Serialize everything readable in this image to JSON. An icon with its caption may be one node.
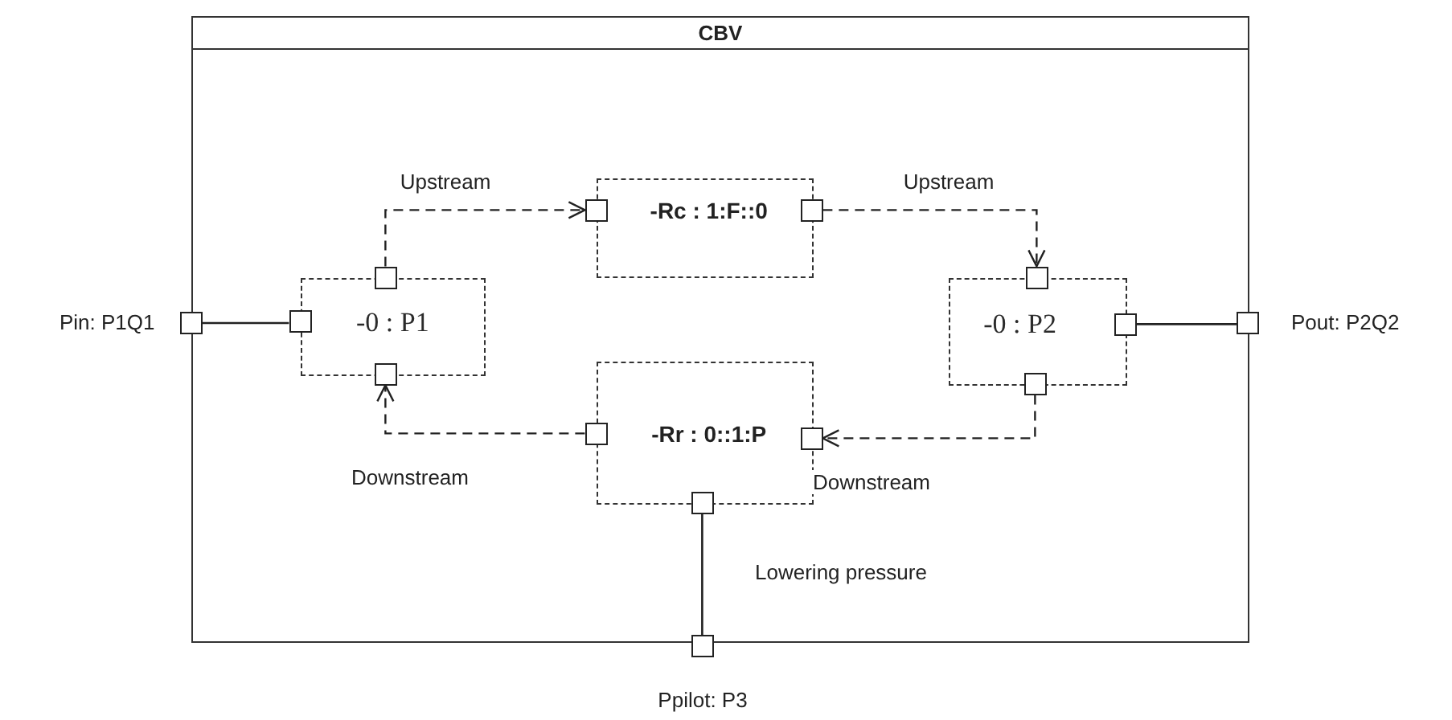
{
  "diagram": {
    "nodes": [
      {
        "text": [
          "CBV"
        ]
      },
      {
        "text": [
          "Pin: P1Q1"
        ]
      },
      {
        "text": [
          "-0 : P1"
        ],
        "in": 0
      },
      {
        "text": [],
        "shape": "box",
        "in": 0
      },
      {
        "text": [],
        "shape": "box",
        "in": 0
      },
      {
        "text": [],
        "shape": "box",
        "in": 0
      },
      {
        "text": [
          "-Rc : 1:F::0"
        ],
        "in": 0
      },
      {
        "text": [],
        "shape": "box",
        "in": 0
      },
      {
        "text": [],
        "shape": "box",
        "in": 0
      },
      {
        "text": [
          "-0 : P2"
        ],
        "in": 0
      },
      {
        "text": [],
        "shape": "box",
        "in": 0
      },
      {
        "text": [],
        "shape": "box",
        "in": 0
      },
      {
        "text": [],
        "shape": "box",
        "in": 0
      },
      {
        "text": [
          "Pout: P2Q2"
        ]
      },
      {
        "text": [
          "-Rr : 0::1:P"
        ],
        "in": 0
      },
      {
        "text": [],
        "shape": "box",
        "in": 0
      },
      {
        "text": [],
        "shape": "box",
        "in": 0
      },
      {
        "text": [],
        "shape": "box",
        "in": 0
      },
      {
        "text": [
          "Ppilot: P3"
        ]
      }
    ],
    "edges": [
      {
        "from": 4,
        "to": 7,
        "arrow": "to",
        "label": "Upstream",
        "style": "dashed"
      },
      {
        "from": 8,
        "to": 10,
        "arrow": "to",
        "label": "Upstream",
        "style": "dashed"
      },
      {
        "from": 12,
        "to": 16,
        "arrow": "to",
        "label": "Downstream",
        "style": "dashed"
      },
      {
        "from": 15,
        "to": 5,
        "arrow": "to",
        "label": "Downstream",
        "style": "dashed"
      },
      {
        "from": 1,
        "to": 3,
        "arrow": "none"
      },
      {
        "from": 11,
        "to": 13,
        "arrow": "none"
      },
      {
        "from": 17,
        "to": 18,
        "arrow": "none",
        "label": "Lowering pressure"
      }
    ]
  }
}
